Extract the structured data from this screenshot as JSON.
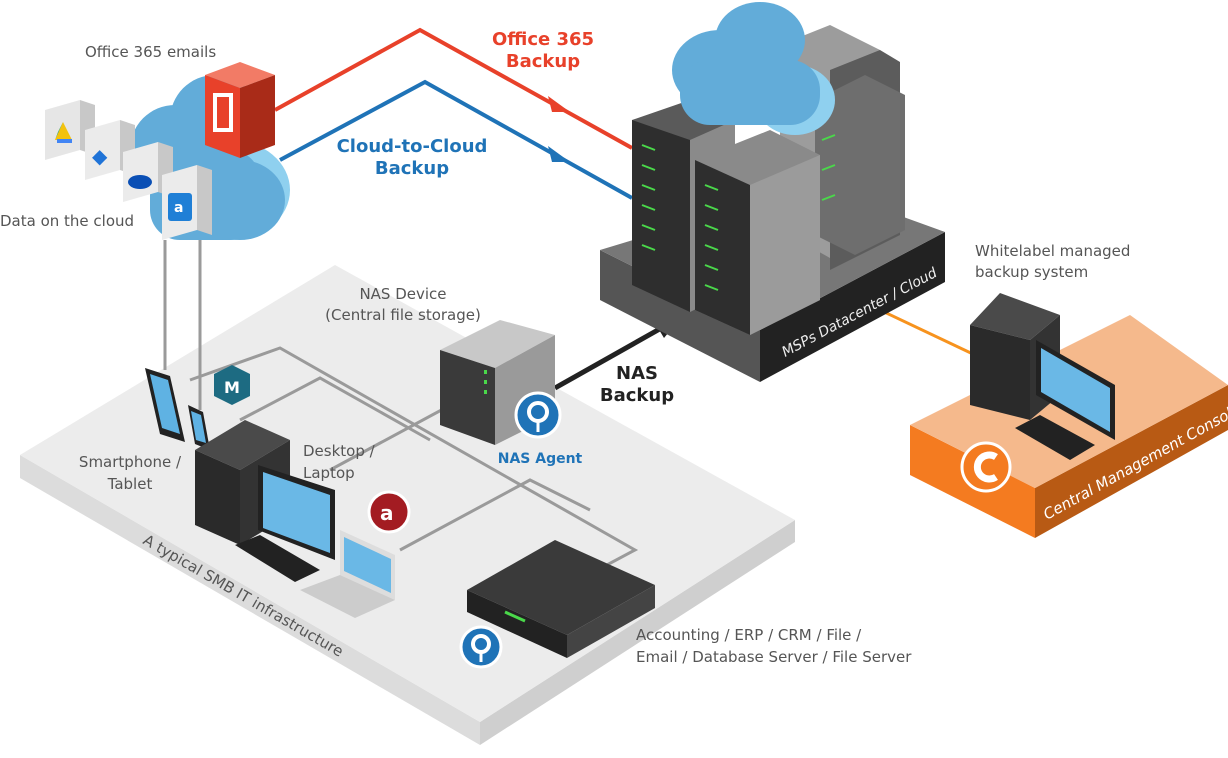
{
  "labels": {
    "office365_emails": "Office 365 emails",
    "data_on_cloud": "Data on the cloud",
    "office365_backup_line1": "Office 365",
    "office365_backup_line2": "Backup",
    "c2c_line1": "Cloud-to-Cloud",
    "c2c_line2": "Backup",
    "nas_device_line1": "NAS Device",
    "nas_device_line2": "(Central file storage)",
    "nas_backup_line1": "NAS",
    "nas_backup_line2": "Backup",
    "nas_agent": "NAS Agent",
    "datacenter": "MSPs Datacenter / Cloud",
    "whitelabel_line1": "Whitelabel managed",
    "whitelabel_line2": "backup system",
    "console": "Central Management Console",
    "smartphone_line1": "Smartphone /",
    "smartphone_line2": "Tablet",
    "desktop_line1": "Desktop /",
    "desktop_line2": "Laptop",
    "smb": "A typical SMB IT infrastructure",
    "server_line1": "Accounting / ERP / CRM / File /",
    "server_line2": "Email / Database Server / File Server"
  },
  "icons": [
    "google-drive-icon",
    "dropbox-icon",
    "onedrive-icon",
    "amazon-drive-icon",
    "office365-icon",
    "nas-agent-icon",
    "agent-icon",
    "msp360-m-icon",
    "console-c-icon"
  ],
  "colors": {
    "office365": "#e8412a",
    "cloud_to_cloud": "#1f73b7",
    "nas_backup": "#222222",
    "console": "#f47b20",
    "console_top": "#f5b98c",
    "cloud": "#6ab4e0",
    "floor": "#ececec"
  }
}
